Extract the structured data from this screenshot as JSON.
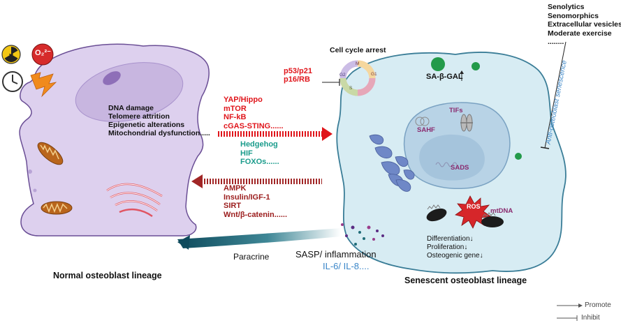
{
  "stressors": {
    "radiation_icon": "radiation-icon",
    "oxygen_icon": "oxygen-radical-icon",
    "oxygen_label": "O₂²⁻",
    "clock_icon": "clock-icon",
    "lightning_icon": "lightning-icon"
  },
  "normal_cell": {
    "title": "Normal osteoblast lineage",
    "causes": [
      "DNA damage",
      "Telomere attrition",
      "Epigenetic alterations",
      "Mitochondrial dysfunction....."
    ],
    "color": "#ddd0ee"
  },
  "pathways": {
    "promote_red": [
      "YAP/Hippo",
      "mTOR",
      "NF-kB",
      "cGAS-STING......"
    ],
    "bidirectional_teal": [
      "Hedgehog",
      "HIF",
      "FOXOs......"
    ],
    "reverse_darkred": [
      "AMPK",
      "Insulin/IGF-1",
      "SIRT",
      "Wnt/β-catenin......"
    ]
  },
  "cell_cycle": {
    "title": "Cell cycle arrest",
    "phases": [
      "M",
      "G1",
      "S",
      "G2"
    ],
    "inhibitors": [
      "p53/p21",
      "p16/RB"
    ]
  },
  "senescent_cell": {
    "title": "Senescent osteoblast lineage",
    "markers": {
      "sa_beta_gal": "SA-β-GAL",
      "tifs": "TIFs",
      "sahf": "SAHF",
      "sads": "SADS",
      "ros": "ROS",
      "mtdna": "mtDNA"
    },
    "outcomes": [
      "Differentiation↓",
      "Proliferation↓",
      "Osteogenic gene↓"
    ],
    "color": "#d7ecf3"
  },
  "sasp": {
    "paracrine": "Paracrine",
    "label": "SASP/ inflammation",
    "cytokines": "IL-6/ IL-8...."
  },
  "therapies": {
    "items": [
      "Senolytics",
      "Senomorphics",
      "Extracellular vesicles",
      "Moderate exercise",
      "........"
    ],
    "bar_label": "Anti-osteoblast senescence"
  },
  "legend": {
    "promote": "Promote",
    "inhibit": "Inhibit"
  }
}
